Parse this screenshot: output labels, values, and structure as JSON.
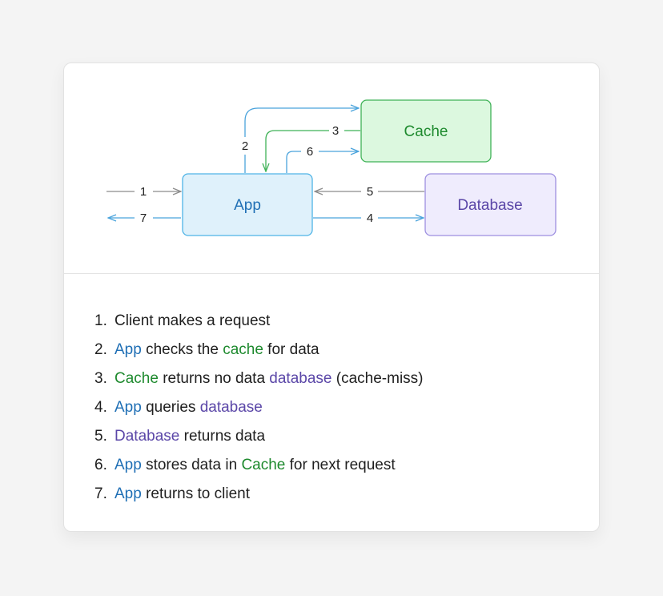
{
  "nodes": {
    "app": "App",
    "cache": "Cache",
    "database": "Database"
  },
  "edge_labels": [
    "1",
    "2",
    "3",
    "4",
    "5",
    "6",
    "7"
  ],
  "colors": {
    "app_fill": "#dff1fb",
    "app_stroke": "#4fb4e6",
    "app_text": "#1f6fb5",
    "cache_fill": "#dcf8df",
    "cache_stroke": "#3fb257",
    "cache_text": "#1e8a2e",
    "db_fill": "#efecfd",
    "db_stroke": "#9d8fe0",
    "db_text": "#5b47a8",
    "gray_arrow": "#8c8c8c"
  },
  "steps": [
    {
      "num": "1.",
      "parts": [
        {
          "text": "Client makes a request",
          "color": "text"
        }
      ]
    },
    {
      "num": "2.",
      "parts": [
        {
          "text": "App",
          "color": "app"
        },
        {
          "text": " checks the ",
          "color": "text"
        },
        {
          "text": "cache",
          "color": "cache"
        },
        {
          "text": " for data",
          "color": "text"
        }
      ]
    },
    {
      "num": "3.",
      "parts": [
        {
          "text": "Cache",
          "color": "cache"
        },
        {
          "text": " returns no data ",
          "color": "text"
        },
        {
          "text": "database",
          "color": "db"
        },
        {
          "text": " (cache-miss)",
          "color": "text"
        }
      ]
    },
    {
      "num": "4.",
      "parts": [
        {
          "text": "App",
          "color": "app"
        },
        {
          "text": " queries ",
          "color": "text"
        },
        {
          "text": "database",
          "color": "db"
        }
      ]
    },
    {
      "num": "5.",
      "parts": [
        {
          "text": "Database",
          "color": "db"
        },
        {
          "text": " returns data",
          "color": "text"
        }
      ]
    },
    {
      "num": "6.",
      "parts": [
        {
          "text": "App",
          "color": "app"
        },
        {
          "text": " stores data in ",
          "color": "text"
        },
        {
          "text": "Cache",
          "color": "cache"
        },
        {
          "text": " for next request",
          "color": "text"
        }
      ]
    },
    {
      "num": "7.",
      "parts": [
        {
          "text": "App",
          "color": "app"
        },
        {
          "text": " returns to client",
          "color": "text"
        }
      ]
    }
  ]
}
